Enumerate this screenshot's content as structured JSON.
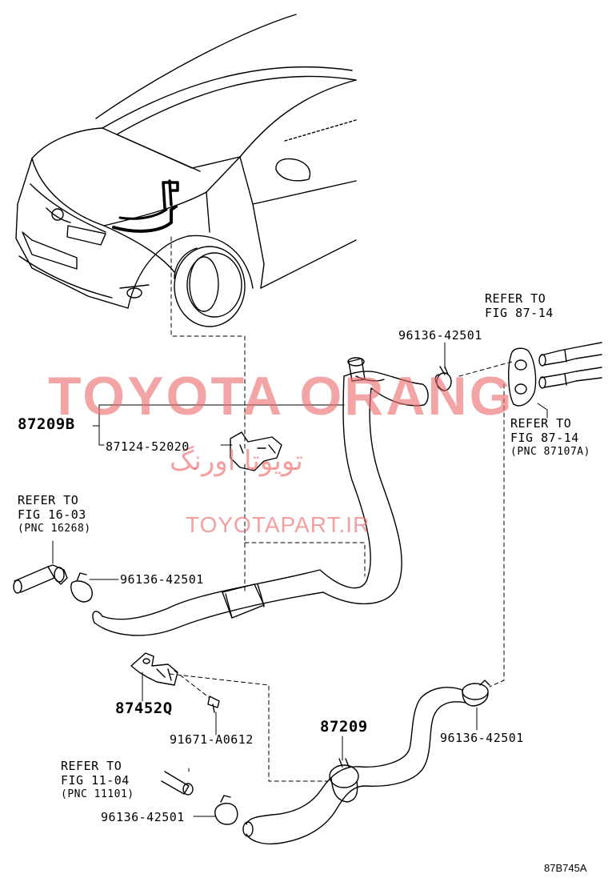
{
  "watermark": {
    "brand": "TOYOTA ORANG",
    "persian": "تویوتا اورنگ",
    "site": "TOYOTAPART.IR"
  },
  "callouts": {
    "ref_87_14_top": [
      "REFER TO",
      "FIG 87-14"
    ],
    "ref_87_14_side": [
      "REFER TO",
      "FIG 87-14",
      "(PNC 87107A)"
    ],
    "ref_16_03": [
      "REFER TO",
      "FIG 16-03",
      "(PNC 16268)"
    ],
    "ref_11_04": [
      "REFER TO",
      "FIG 11-04",
      "(PNC 11101)"
    ]
  },
  "parts": {
    "clamp_top": "96136-42501",
    "clamp_left": "96136-42501",
    "clamp_right": "96136-42501",
    "clamp_bottom": "96136-42501",
    "hose_upper": "87209B",
    "bracket_clamp": "87124-52020",
    "hose_lower": "87209",
    "bracket_lower": "87452Q",
    "bolt": "91671-A0612"
  },
  "figure_code": "87B745A"
}
